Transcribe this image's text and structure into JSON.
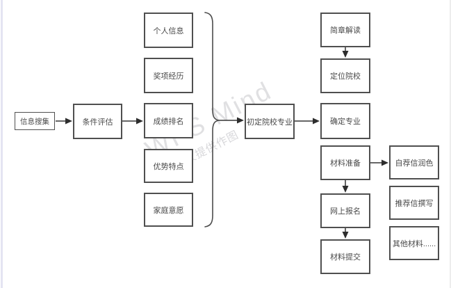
{
  "app": {
    "watermark_primary": "WPS Mind",
    "watermark_secondary": "WPS仅提供作图"
  },
  "diagram": {
    "nodes": {
      "info_collect": {
        "label": "信息搜集"
      },
      "condition_eval": {
        "label": "条件评估"
      },
      "personal_info": {
        "label": "个人信息"
      },
      "award_exp": {
        "label": "奖项经历"
      },
      "score_rank": {
        "label": "成绩排名"
      },
      "advantage": {
        "label": "优势特点"
      },
      "family_wish": {
        "label": "家庭意愿"
      },
      "initial_choice": {
        "label": "初定院校专业"
      },
      "brochure": {
        "label": "简章解读"
      },
      "locate_school": {
        "label": "定位院校"
      },
      "confirm_major": {
        "label": "确定专业"
      },
      "material_prep": {
        "label": "材料准备"
      },
      "online_reg": {
        "label": "网上报名"
      },
      "material_submit": {
        "label": "材料提交"
      },
      "self_letter": {
        "label": "自荐信润色"
      },
      "rec_letter": {
        "label": "推荐信撰写"
      },
      "other_materials": {
        "label": "其他材料......"
      }
    },
    "brace_group": {
      "members": [
        "personal_info",
        "award_exp",
        "score_rank",
        "advantage",
        "family_wish"
      ],
      "points_to": "initial_choice"
    },
    "edges": [
      {
        "from": "info_collect",
        "to": "condition_eval"
      },
      {
        "from": "condition_eval",
        "to": "score_rank"
      },
      {
        "from": "brace_group",
        "to": "initial_choice"
      },
      {
        "from": "initial_choice",
        "to": "confirm_major"
      },
      {
        "from": "brochure",
        "to": "locate_school"
      },
      {
        "from": "material_prep",
        "to": "self_letter"
      },
      {
        "from": "material_prep",
        "to": "online_reg"
      },
      {
        "from": "online_reg",
        "to": "material_submit"
      }
    ],
    "colors": {
      "node_border": "#4f4f4f",
      "node_text": "#494949",
      "connector": "#333333",
      "watermark": "#d9d9de",
      "canvas_edge": "#e4e4f2"
    }
  }
}
